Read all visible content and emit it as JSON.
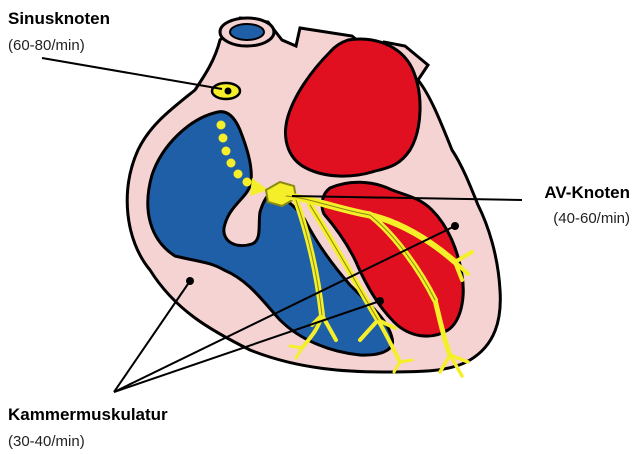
{
  "labels": {
    "sinus": {
      "title": "Sinusknoten",
      "rate": "(60-80/min)"
    },
    "av": {
      "title": "AV-Knoten",
      "rate": "(40-60/min)"
    },
    "kammer": {
      "title": "Kammermuskulatur",
      "rate": "(30-40/min)"
    }
  },
  "colors": {
    "outline": "#000000",
    "myocardium": "#f6d3d3",
    "right_side_blood": "#1f5fa8",
    "left_side_blood": "#e01020",
    "conduction": "#f5ef2a",
    "conduction_outline": "#8a8a10"
  }
}
